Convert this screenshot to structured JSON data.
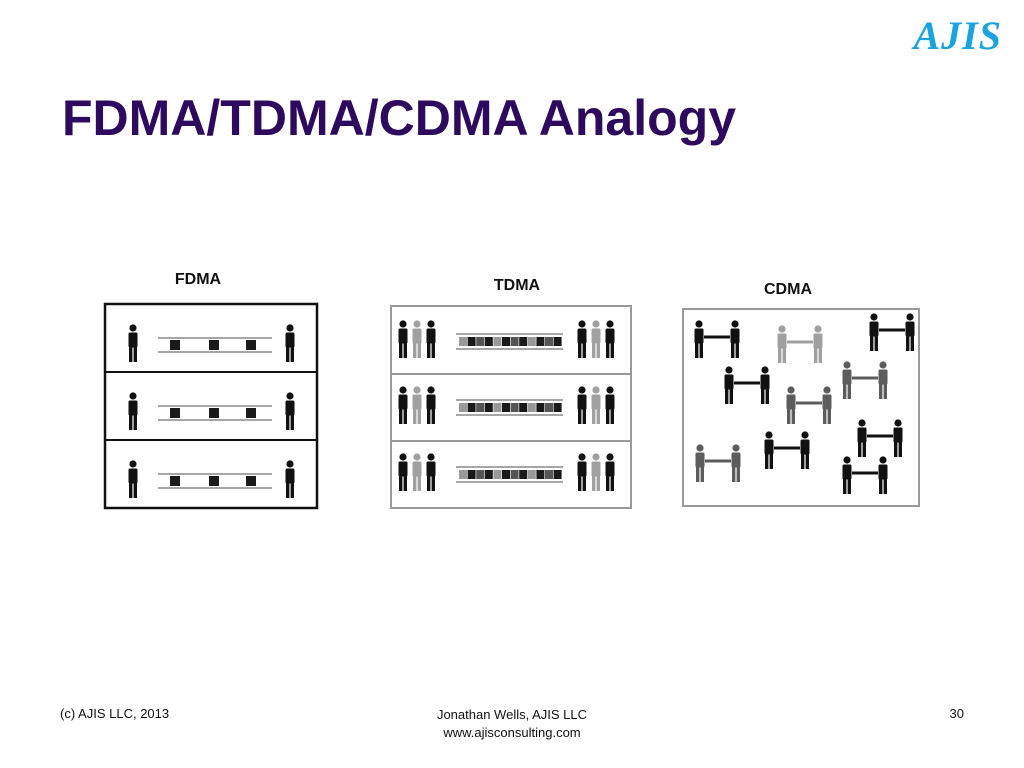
{
  "slide": {
    "logo": "AJIS",
    "title": "FDMA/TDMA/CDMA Analogy"
  },
  "diagram": {
    "panels": [
      {
        "id": "fdma",
        "label": "FDMA"
      },
      {
        "id": "tdma",
        "label": "TDMA"
      },
      {
        "id": "cdma",
        "label": "CDMA"
      }
    ]
  },
  "footer": {
    "left": "(c) AJIS LLC, 2013",
    "center_line1": "Jonathan Wells, AJIS LLC",
    "center_line2": "www.ajisconsulting.com",
    "page_number": "30"
  },
  "colors": {
    "title": "#2e0a5e",
    "logo": "#1aa3e0",
    "person_dark": "#111111",
    "person_mid": "#5c5c5c",
    "person_light": "#a0a0a0"
  }
}
